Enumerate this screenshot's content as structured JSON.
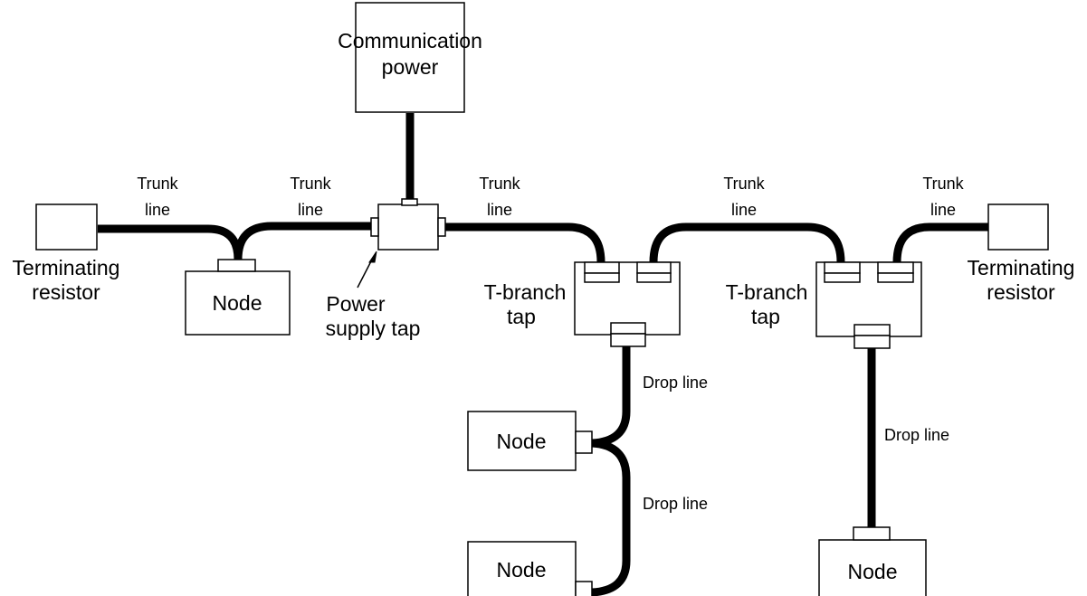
{
  "labels": {
    "communication_power": [
      "Communication",
      "power"
    ],
    "terminating_resistor": [
      "Terminating",
      "resistor"
    ],
    "node": "Node",
    "power_supply_tap": [
      "Power",
      "supply tap"
    ],
    "t_branch_tap": [
      "T-branch",
      "tap"
    ],
    "trunk_line": [
      "Trunk",
      "line"
    ],
    "drop_line": "Drop line"
  }
}
